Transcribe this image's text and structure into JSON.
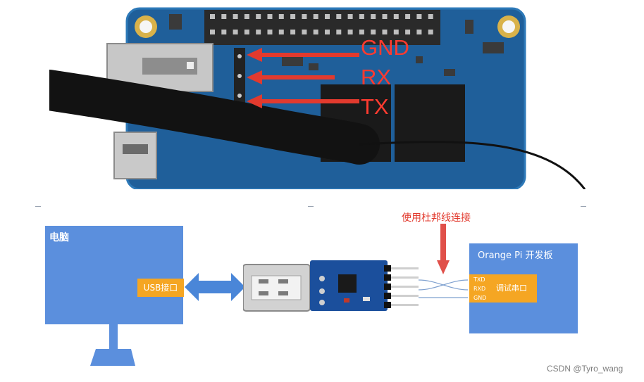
{
  "photo": {
    "pin_labels": [
      "GND",
      "RX",
      "TX"
    ]
  },
  "diagram": {
    "pc_title": "电脑",
    "usb_port": "USB接口",
    "annotation": "使用杜邦线连接",
    "board_title": "Orange Pi 开发板",
    "serial_pins": [
      "TXD",
      "RXD",
      "GND"
    ],
    "debug_port": "调试串口"
  },
  "colors": {
    "box_blue": "#5b8fdd",
    "port_orange": "#f5a623",
    "arrow_red": "#e23a2e",
    "label_red": "#ff3b30"
  },
  "watermark": "CSDN @Tyro_wang"
}
